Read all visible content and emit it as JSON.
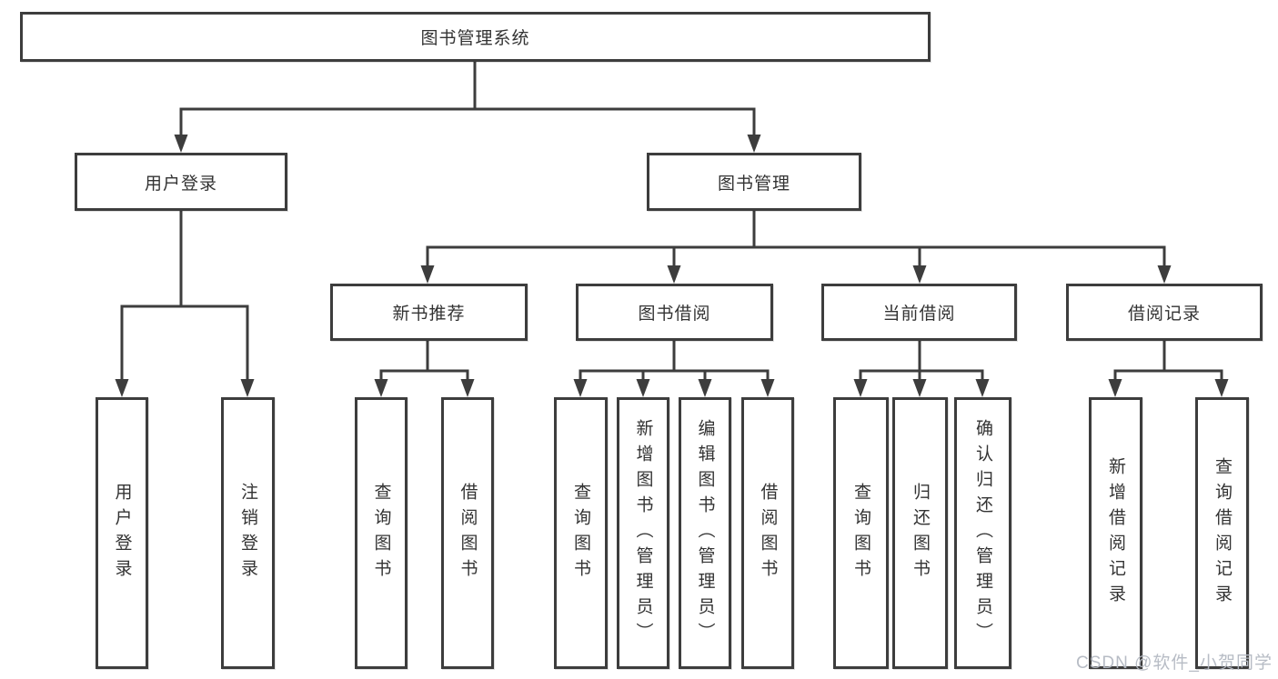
{
  "diagram": {
    "type": "hierarchy-tree",
    "colors": {
      "line": "#3d3d3d",
      "box_border": "#3d3d3d",
      "text": "#333333",
      "background": "#ffffff",
      "watermark": "#b4b9c2"
    },
    "watermark": "CSDN @软件_小贺同学",
    "tree": {
      "root": {
        "label": "图书管理系统"
      },
      "level2": {
        "user_login": {
          "label": "用户登录"
        },
        "book_management": {
          "label": "图书管理"
        }
      },
      "level3": {
        "new_book_recommend": {
          "label": "新书推荐"
        },
        "book_borrowing": {
          "label": "图书借阅"
        },
        "current_borrowing": {
          "label": "当前借阅"
        },
        "borrowing_records": {
          "label": "借阅记录"
        }
      },
      "leaves": {
        "user_login_login": {
          "label": "用户登录",
          "parent": "用户登录"
        },
        "user_login_logout": {
          "label": "注销登录",
          "parent": "用户登录"
        },
        "new_book_query": {
          "label": "查询图书",
          "parent": "新书推荐"
        },
        "new_book_borrow": {
          "label": "借阅图书",
          "parent": "新书推荐"
        },
        "borrowing_query": {
          "label": "查询图书",
          "parent": "图书借阅"
        },
        "borrowing_add": {
          "label": "新增图书（管理员）",
          "parent": "图书借阅"
        },
        "borrowing_edit": {
          "label": "编辑图书（管理员）",
          "parent": "图书借阅"
        },
        "borrowing_borrow": {
          "label": "借阅图书",
          "parent": "图书借阅"
        },
        "current_query": {
          "label": "查询图书",
          "parent": "当前借阅"
        },
        "current_return": {
          "label": "归还图书",
          "parent": "当前借阅"
        },
        "current_confirm": {
          "label": "确认归还（管理员）",
          "parent": "当前借阅"
        },
        "records_add": {
          "label": "新增借阅记录",
          "parent": "借阅记录"
        },
        "records_query": {
          "label": "查询借阅记录",
          "parent": "借阅记录"
        }
      }
    }
  }
}
